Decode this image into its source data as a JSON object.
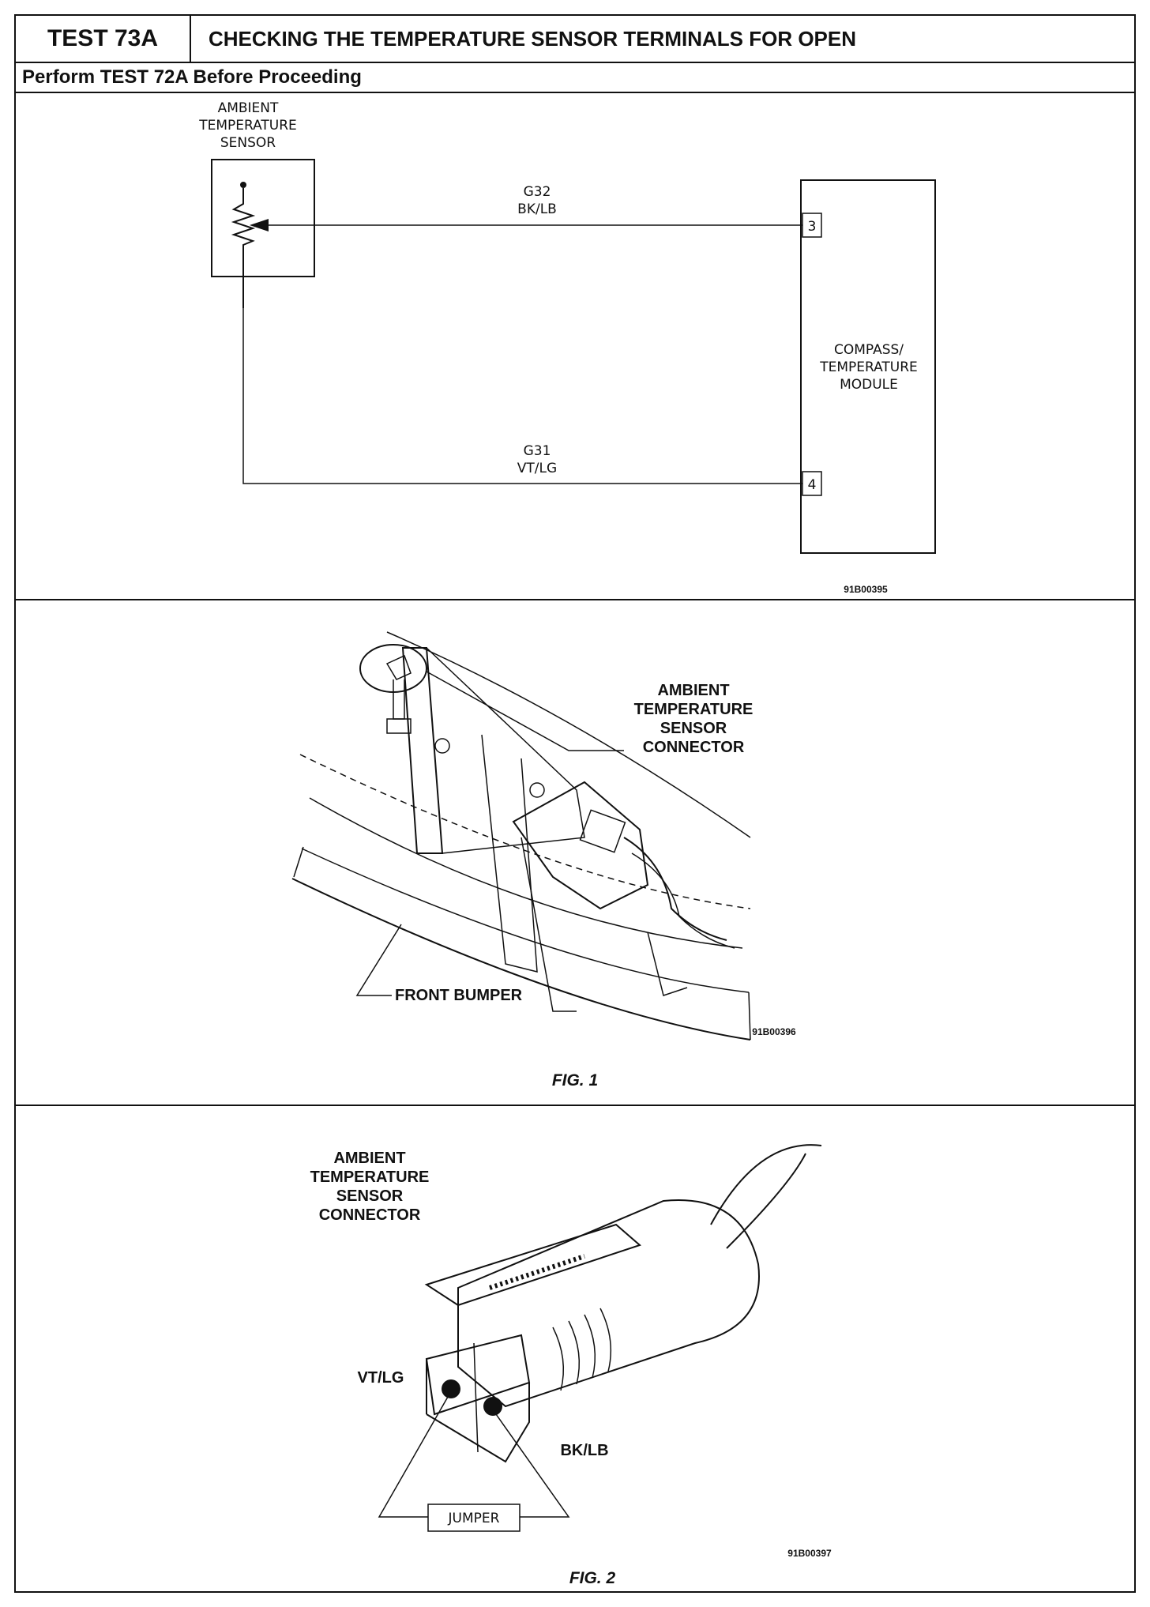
{
  "header": {
    "test_id": "TEST 73A",
    "title": "CHECKING THE TEMPERATURE SENSOR TERMINALS FOR OPEN",
    "prerequisite": "Perform TEST 72A Before Proceeding"
  },
  "schematic": {
    "sensor_label": [
      "AMBIENT",
      "TEMPERATURE",
      "SENSOR"
    ],
    "module_label": [
      "COMPASS/",
      "TEMPERATURE",
      "MODULE"
    ],
    "wire_top": {
      "circuit": "G32",
      "color": "BK/LB",
      "pin": "3"
    },
    "wire_bottom": {
      "circuit": "G31",
      "color": "VT/LG",
      "pin": "4"
    },
    "ref_code": "91B00395"
  },
  "fig1": {
    "callout_connector": [
      "AMBIENT",
      "TEMPERATURE",
      "SENSOR",
      "CONNECTOR"
    ],
    "callout_bumper": "FRONT BUMPER",
    "ref_code": "91B00396",
    "caption": "FIG. 1"
  },
  "fig2": {
    "connector_label": [
      "AMBIENT",
      "TEMPERATURE",
      "SENSOR",
      "CONNECTOR"
    ],
    "terminal_left": "VT/LG",
    "terminal_right": "BK/LB",
    "jumper": "JUMPER",
    "ref_code": "91B00397",
    "caption": "FIG. 2"
  }
}
